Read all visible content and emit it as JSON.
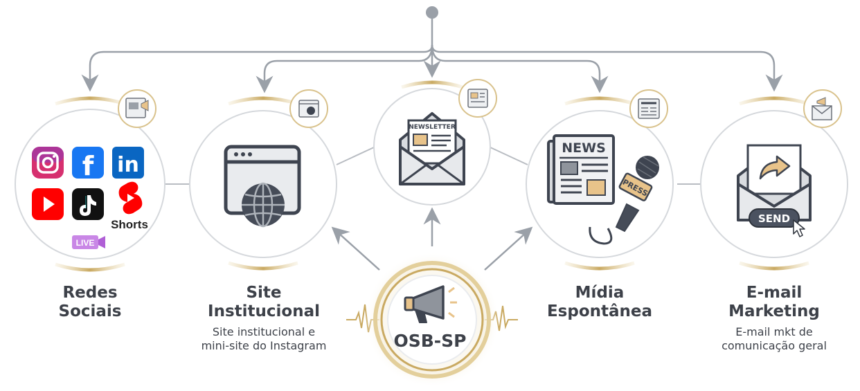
{
  "center": {
    "label": "OSB-SP",
    "icon": "megaphone-icon"
  },
  "channels": [
    {
      "id": "redes-sociais",
      "title_line1": "Redes",
      "title_line2": "Sociais",
      "subtitle_line1": "",
      "subtitle_line2": "",
      "badge_icon": "social-post-icon",
      "logos": [
        "Instagram",
        "Facebook",
        "LinkedIn",
        "YouTube",
        "TikTok",
        "YouTube Shorts",
        "Live"
      ],
      "logo_texts": {
        "facebook": "f",
        "linkedin": "in",
        "shorts": "Shorts",
        "live": "LIVE"
      }
    },
    {
      "id": "site-institucional",
      "title_line1": "Site",
      "title_line2": "Institucional",
      "subtitle_line1": "Site institucional e",
      "subtitle_line2": "mini-site do Instagram",
      "badge_icon": "browser-globe-icon"
    },
    {
      "id": "newsletter",
      "title_line1": "",
      "title_line2": "",
      "badge_icon": "document-icon",
      "envelope_text": "NEWSLETTER"
    },
    {
      "id": "midia-espontanea",
      "title_line1": "Mídia",
      "title_line2": "Espontânea",
      "subtitle_line1": "",
      "subtitle_line2": "",
      "badge_icon": "newspaper-icon",
      "news_text": "NEWS",
      "press_text": "PRESS"
    },
    {
      "id": "email-marketing",
      "title_line1": "E-mail",
      "title_line2": "Marketing",
      "subtitle_line1": "E-mail mkt de",
      "subtitle_line2": "comunicação geral",
      "badge_icon": "email-megaphone-icon",
      "send_text": "SEND"
    }
  ],
  "colors": {
    "gold": "#c9a961",
    "line": "#9aa0a8",
    "icon_dark": "#3e4450",
    "icon_mid": "#8f949c",
    "accent_tan": "#e8c38a"
  }
}
